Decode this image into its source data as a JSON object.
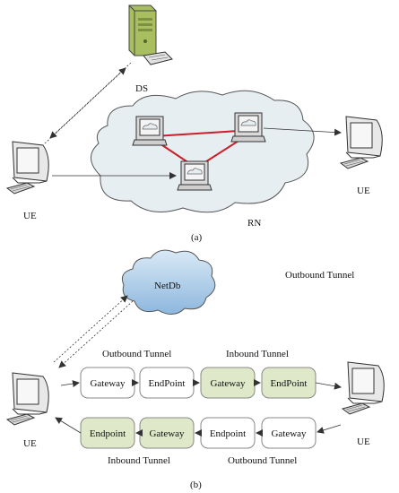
{
  "panel_a": {
    "ds_label": "DS",
    "rn_label": "RN",
    "ue_left_label": "UE",
    "ue_right_label": "UE",
    "caption": "(a)"
  },
  "panel_b": {
    "netdb_label": "NetDb",
    "outbound_tunnel_note": "Outbound Tunnel",
    "top_left_group_label": "Outbound Tunnel",
    "top_right_group_label": "Inbound Tunnel",
    "bottom_left_group_label": "Inbound Tunnel",
    "bottom_right_group_label": "Outbound Tunnel",
    "ue_left_label": "UE",
    "ue_right_label": "UE",
    "caption": "(b)",
    "top_row": [
      "Gateway",
      "EndPoint",
      "Gateway",
      "EndPoint"
    ],
    "bottom_row": [
      "Endpoint",
      "Gateway",
      "Endpoint",
      "Gateway"
    ]
  },
  "colors": {
    "link_red": "#cc1f2a",
    "cloud_fill": "#e6eef1",
    "netdb_fill": "#b8d3ea",
    "box_green": "#dfe8c8",
    "box_white": "#ffffff",
    "server_green": "#a9bf5f"
  }
}
